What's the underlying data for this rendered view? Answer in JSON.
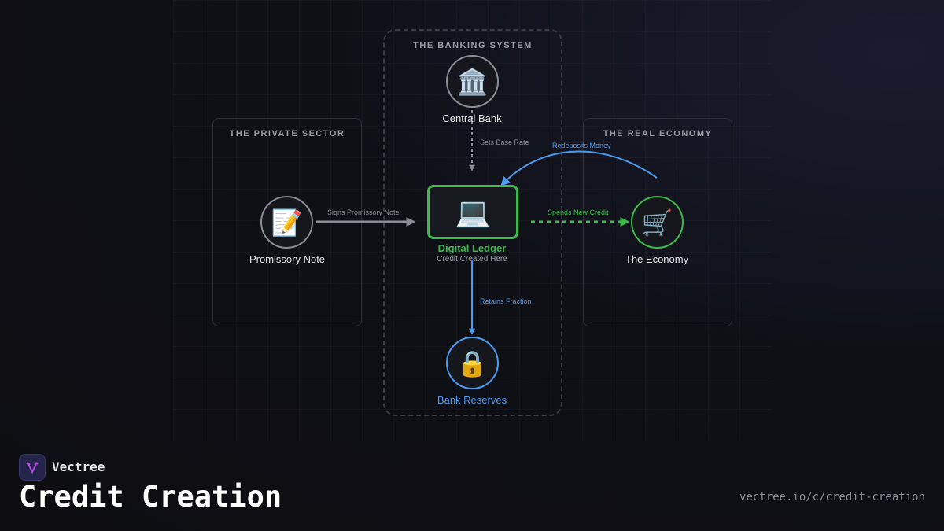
{
  "brand": {
    "name": "Vectree",
    "logo_color": "#b04fe0"
  },
  "title": "Credit Creation",
  "url": "vectree.io/c/credit-creation",
  "sections": {
    "banking": "THE BANKING SYSTEM",
    "private": "THE PRIVATE SECTOR",
    "economy": "THE REAL ECONOMY"
  },
  "nodes": {
    "central_bank": {
      "label": "Central Bank",
      "icon": "bank-icon",
      "glyph": "🏛️"
    },
    "promissory": {
      "label": "Promissory Note",
      "icon": "memo-icon",
      "glyph": "📝"
    },
    "ledger": {
      "label": "Digital Ledger",
      "sublabel": "Credit Created Here",
      "icon": "laptop-icon",
      "glyph": "💻"
    },
    "economy": {
      "label": "The Economy",
      "icon": "cart-icon",
      "glyph": "🛒"
    },
    "reserves": {
      "label": "Bank Reserves",
      "icon": "lock-icon",
      "glyph": "🔒"
    }
  },
  "edges": {
    "base_rate": "Sets Base Rate",
    "signs": "Signs Promissory Note",
    "spends": "Spends New Credit",
    "redeposits": "Redeposits Money",
    "retains": "Retains Fraction"
  },
  "colors": {
    "green": "#3cba4c",
    "blue": "#4a9af0",
    "gray": "#8a8d96"
  }
}
